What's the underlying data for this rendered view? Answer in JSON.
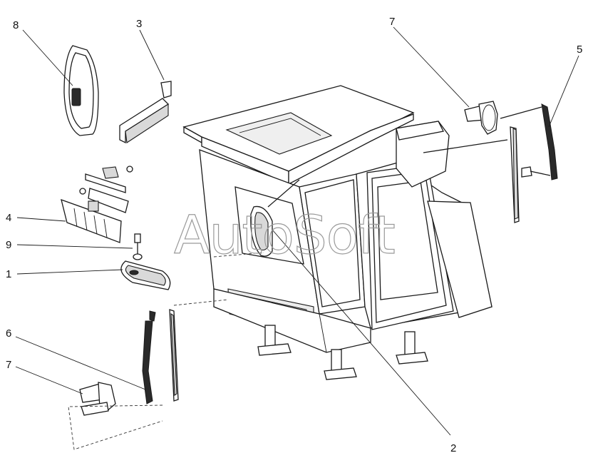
{
  "watermark": "AutoSoft",
  "callouts": [
    {
      "id": "c8",
      "label": "8"
    },
    {
      "id": "c3",
      "label": "3"
    },
    {
      "id": "c7top",
      "label": "7"
    },
    {
      "id": "c5",
      "label": "5"
    },
    {
      "id": "c4",
      "label": "4"
    },
    {
      "id": "c9",
      "label": "9"
    },
    {
      "id": "c1",
      "label": "1"
    },
    {
      "id": "c6",
      "label": "6"
    },
    {
      "id": "c7bottom",
      "label": "7"
    },
    {
      "id": "c2",
      "label": "2"
    }
  ]
}
